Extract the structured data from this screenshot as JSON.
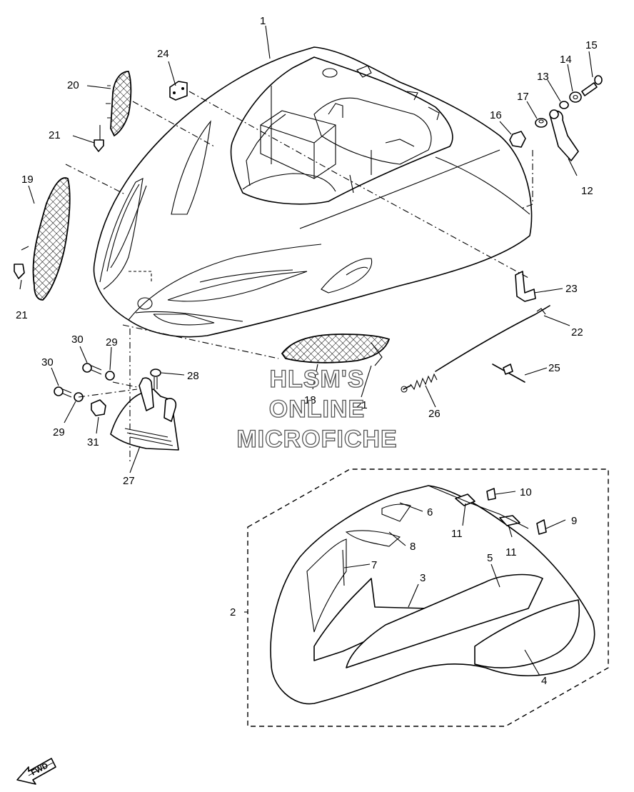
{
  "watermark": {
    "line1": "HLSM'S",
    "line2": "ONLINE",
    "line3": "MICROFICHE"
  },
  "fwd_label": "FWD",
  "callouts": [
    {
      "id": "c1",
      "text": "1"
    },
    {
      "id": "c2",
      "text": "2"
    },
    {
      "id": "c3",
      "text": "3"
    },
    {
      "id": "c4",
      "text": "4"
    },
    {
      "id": "c5",
      "text": "5"
    },
    {
      "id": "c6",
      "text": "6"
    },
    {
      "id": "c7",
      "text": "7"
    },
    {
      "id": "c8",
      "text": "8"
    },
    {
      "id": "c9",
      "text": "9"
    },
    {
      "id": "c10",
      "text": "10"
    },
    {
      "id": "c11a",
      "text": "11"
    },
    {
      "id": "c11b",
      "text": "11"
    },
    {
      "id": "c12",
      "text": "12"
    },
    {
      "id": "c13",
      "text": "13"
    },
    {
      "id": "c14",
      "text": "14"
    },
    {
      "id": "c15",
      "text": "15"
    },
    {
      "id": "c16",
      "text": "16"
    },
    {
      "id": "c17",
      "text": "17"
    },
    {
      "id": "c18",
      "text": "18"
    },
    {
      "id": "c19",
      "text": "19"
    },
    {
      "id": "c20",
      "text": "20"
    },
    {
      "id": "c21a",
      "text": "21"
    },
    {
      "id": "c21b",
      "text": "21"
    },
    {
      "id": "c21c",
      "text": "21"
    },
    {
      "id": "c22",
      "text": "22"
    },
    {
      "id": "c23",
      "text": "23"
    },
    {
      "id": "c24",
      "text": "24"
    },
    {
      "id": "c25",
      "text": "25"
    },
    {
      "id": "c26",
      "text": "26"
    },
    {
      "id": "c27",
      "text": "27"
    },
    {
      "id": "c28",
      "text": "28"
    },
    {
      "id": "c29a",
      "text": "29"
    },
    {
      "id": "c29b",
      "text": "29"
    },
    {
      "id": "c30a",
      "text": "30"
    },
    {
      "id": "c30b",
      "text": "30"
    },
    {
      "id": "c31",
      "text": "31"
    }
  ]
}
